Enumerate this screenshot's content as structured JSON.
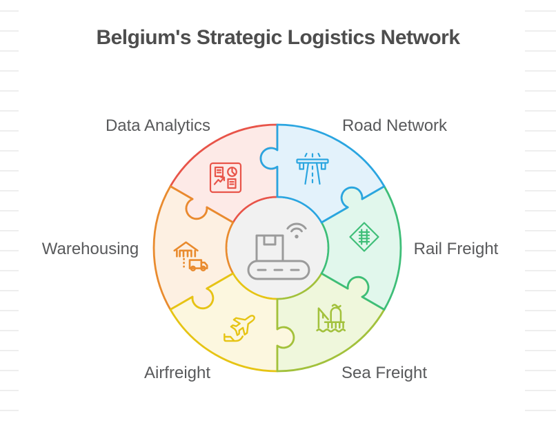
{
  "title": "Belgium's Strategic Logistics Network",
  "segments": [
    {
      "id": "data-analytics",
      "label": "Data Analytics",
      "icon": "analytics-dashboard-icon",
      "stroke": "#e85449",
      "fill": "#fdeae7"
    },
    {
      "id": "road-network",
      "label": "Road Network",
      "icon": "highway-icon",
      "stroke": "#2aa5e0",
      "fill": "#e3f2fb"
    },
    {
      "id": "rail-freight",
      "label": "Rail Freight",
      "icon": "railway-diamond-icon",
      "stroke": "#3ebe78",
      "fill": "#e1f7ec"
    },
    {
      "id": "sea-freight",
      "label": "Sea Freight",
      "icon": "port-crane-icon",
      "stroke": "#a2c13c",
      "fill": "#eff7dc"
    },
    {
      "id": "airfreight",
      "label": "Airfreight",
      "icon": "airplane-takeoff-icon",
      "stroke": "#e6c414",
      "fill": "#fcf7df"
    },
    {
      "id": "warehousing",
      "label": "Warehousing",
      "icon": "warehouse-truck-icon",
      "stroke": "#e98b2e",
      "fill": "#fdf0e2"
    }
  ],
  "center_hub": {
    "icon": "smart-conveyor-icon",
    "fill": "#f1f1f1",
    "icon_color": "#9b9b9b"
  }
}
